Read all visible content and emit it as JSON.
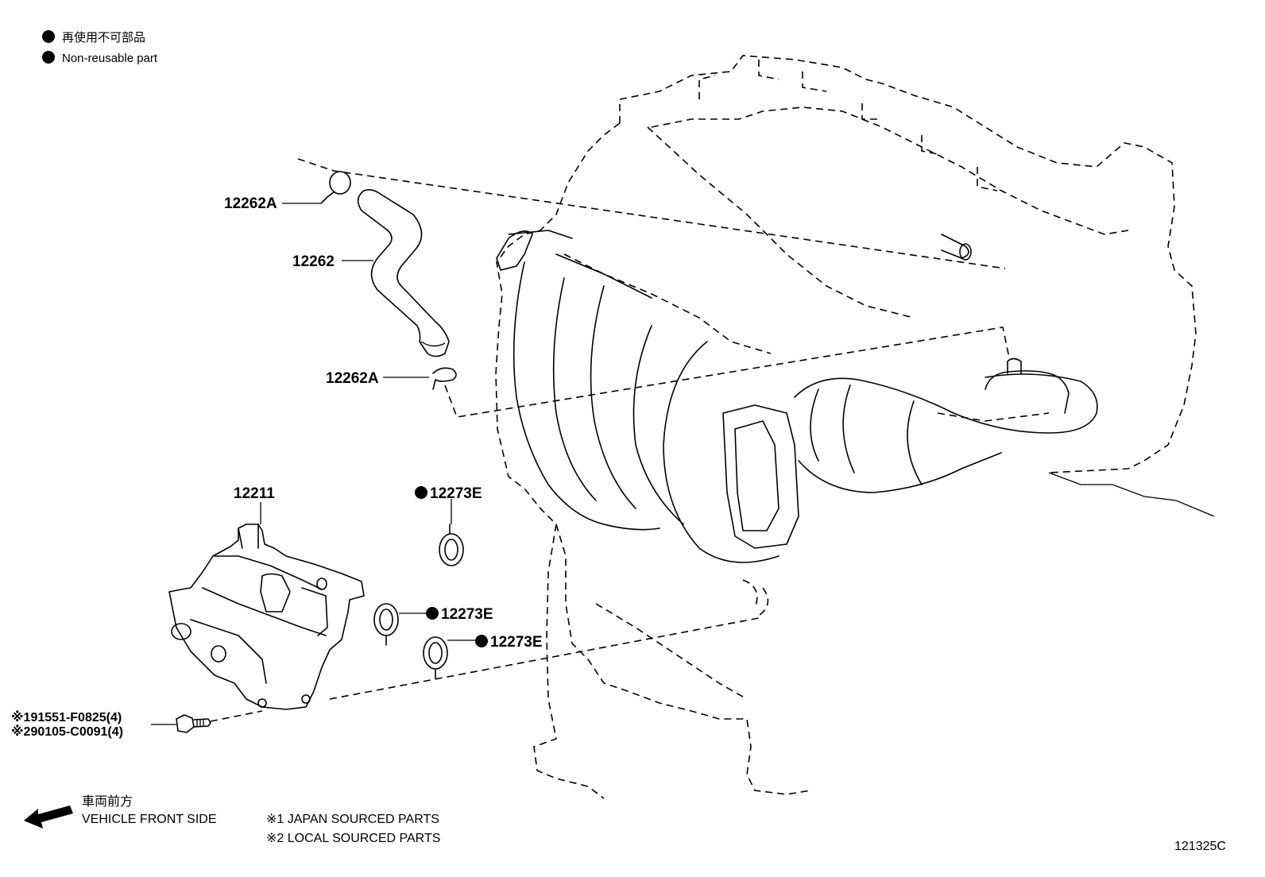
{
  "legend": {
    "marker_ja": "再使用不可部品",
    "marker_en": "Non-reusable part"
  },
  "callouts": {
    "clamp_upper": "12262A",
    "hose": "12262",
    "clamp_lower": "12262A",
    "mount": "12211",
    "gasket_1": "12273E",
    "gasket_2": "12273E",
    "gasket_3": "12273E",
    "bolt_1": "※191551-F0825(4)",
    "bolt_2": "※290105-C0091(4)"
  },
  "footer": {
    "direction_ja": "車両前方",
    "direction_en": "VEHICLE FRONT SIDE",
    "note_1": "※1 JAPAN SOURCED PARTS",
    "note_2": "※2 LOCAL SOURCED PARTS",
    "figure_id": "121325C"
  }
}
